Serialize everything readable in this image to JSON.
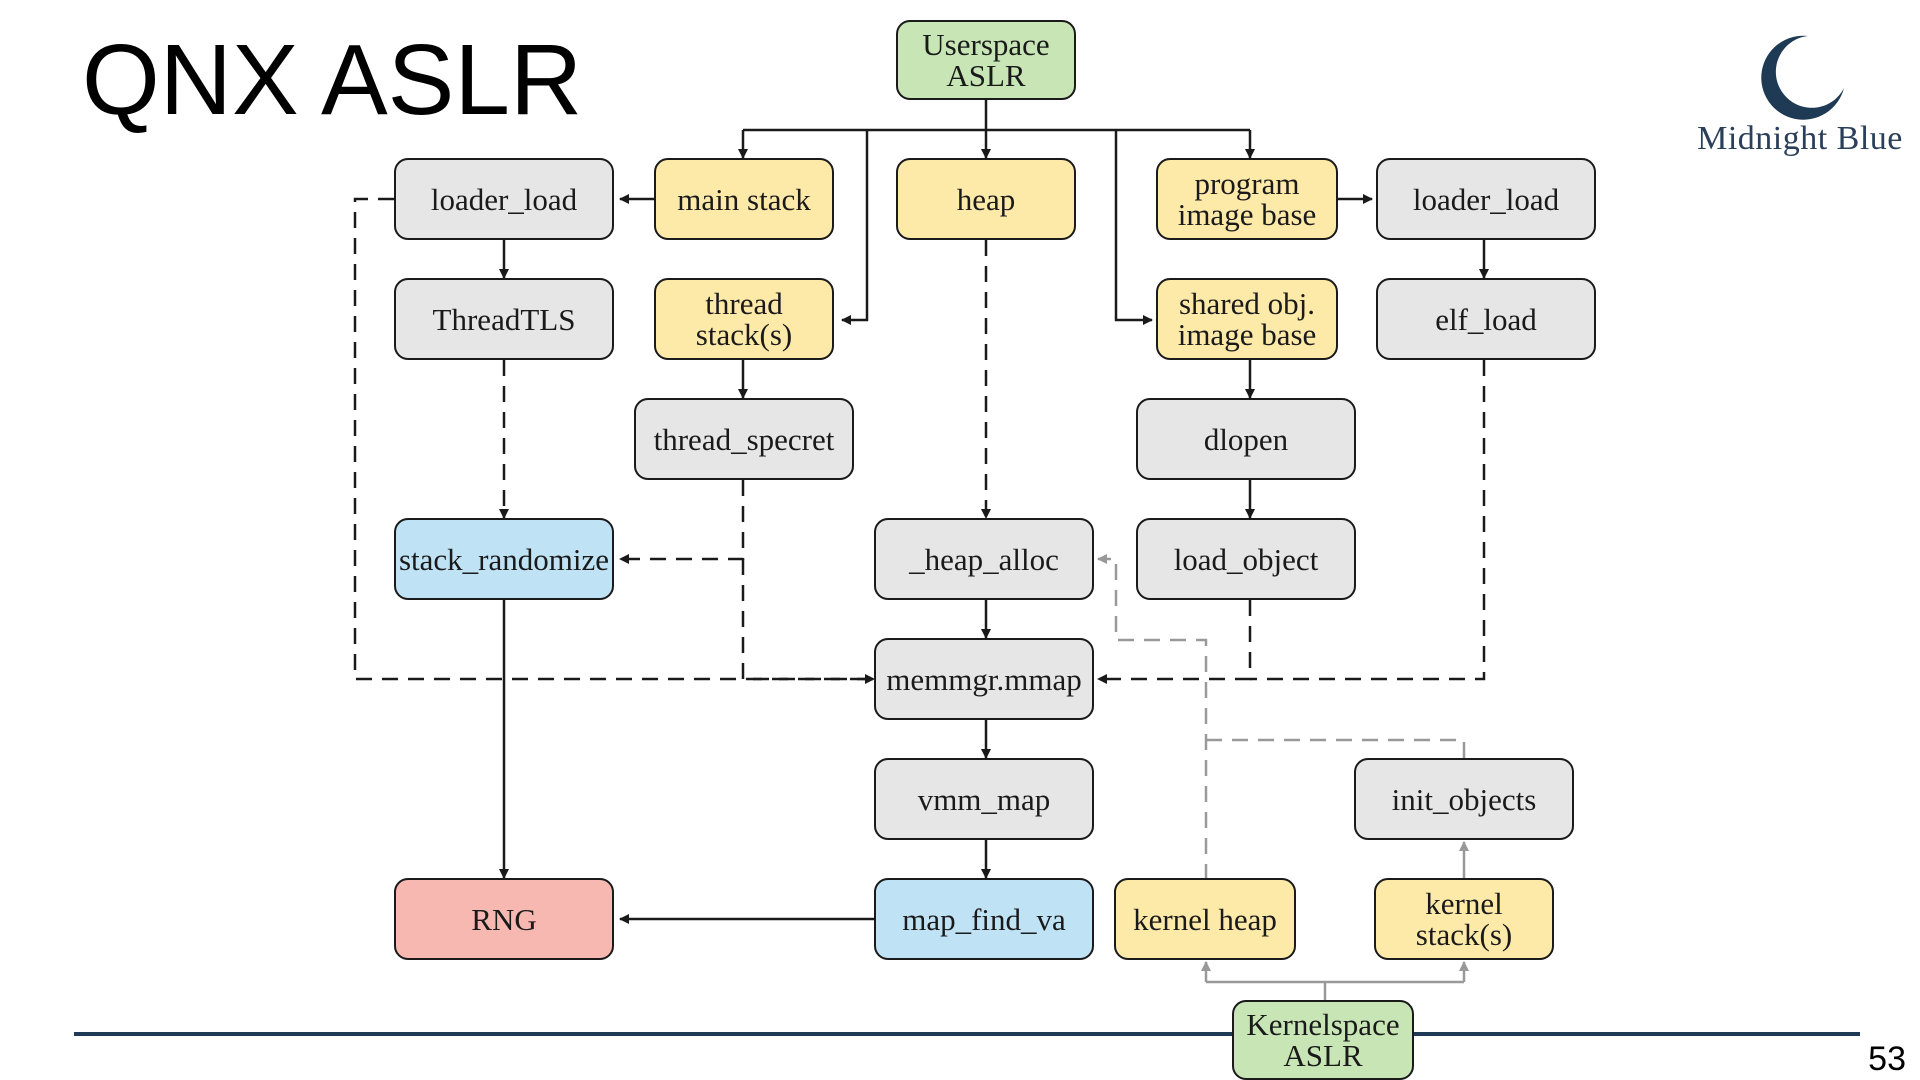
{
  "slide": {
    "title": "QNX ASLR",
    "page_number": "53",
    "logo_text": "Midnight Blue",
    "logo_icon": "crescent-moon-icon"
  },
  "nodes": {
    "userspace_aslr": "Userspace\nASLR",
    "loader_load_left": "loader_load",
    "main_stack": "main stack",
    "heap": "heap",
    "program_image_base": "program\nimage base",
    "loader_load_right": "loader_load",
    "threadtls": "ThreadTLS",
    "thread_stacks": "thread\nstack(s)",
    "shared_obj_image_base": "shared obj.\nimage base",
    "elf_load": "elf_load",
    "thread_specret": "thread_specret",
    "dlopen": "dlopen",
    "stack_randomize": "stack_randomize",
    "heap_alloc": "_heap_alloc",
    "load_object": "load_object",
    "memmgr_mmap": "memmgr.mmap",
    "vmm_map": "vmm_map",
    "init_objects": "init_objects",
    "rng": "RNG",
    "map_find_va": "map_find_va",
    "kernel_heap": "kernel heap",
    "kernel_stacks": "kernel\nstack(s)",
    "kernelspace_aslr": "Kernelspace\nASLR"
  },
  "colors": {
    "gray": "#e6e6e6",
    "yellow": "#fde9a8",
    "blue": "#bfe3f5",
    "green": "#c8e6b5",
    "red": "#f8b8b2",
    "brand": "#1f3a55"
  }
}
